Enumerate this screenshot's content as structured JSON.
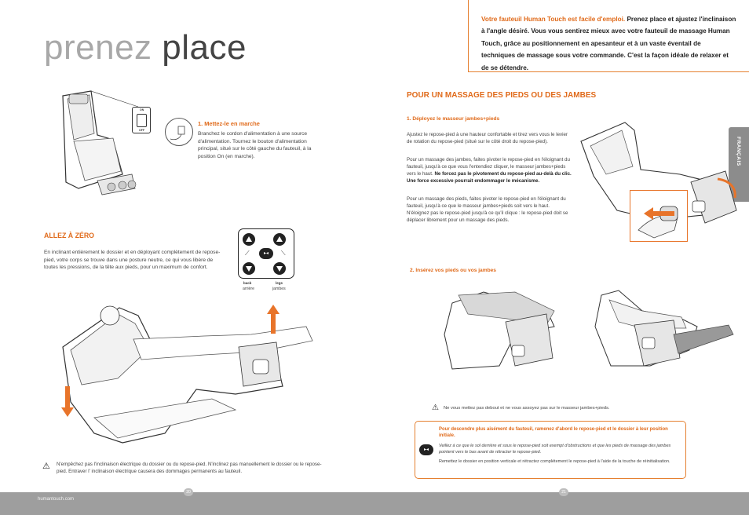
{
  "page": {
    "title_light": "prenez",
    "title_dark": "place",
    "side_tab": "FRANÇAIS",
    "footer_link": "humantouch.com",
    "page_left": "20",
    "page_right": "21"
  },
  "intro": {
    "lead": "Votre fauteuil Human Touch est facile d'emploi.",
    "text": " Prenez place et ajustez l'inclinaison à l'angle désiré. Vous vous sentirez mieux avec votre fauteuil de massage Human Touch, grâce au positionnement en apesanteur et à un vaste éventail de techniques de massage sous votre commande. C'est la façon idéale de relaxer et de se détendre."
  },
  "step_power": {
    "heading": "1. Mettez-le en marche",
    "text": "Branchez le cordon d'alimentation à une source d'alimentation. Tournez le bouton d'alimentation principal, situé sur le côté gauche du fauteuil, à la position On (en marche).",
    "switch_on": "ON",
    "switch_off": "OFF"
  },
  "zero": {
    "heading": "ALLEZ À ZÉRO",
    "text": "En inclinant entièrement le dossier et en déployant complètement de repose-pied, votre corps se trouve dans une posture neutre, ce qui vous libère de toutes les pressions, de la tête aux pieds, pour un maximum de confort.",
    "remote_back": "back",
    "remote_legs": "legs",
    "label_back": "arrière",
    "label_legs": "jambes"
  },
  "warning_left": "N'empêchez pas l'inclinaison électrique du dossier ou du repose-pied. N'inclinez pas manuellement le dossier ou le repose-pied. Entraver l' inclinaison électrique causera des dommages permanents au fauteuil.",
  "legs": {
    "heading": "POUR UN MASSAGE DES PIEDS OU DES JAMBES",
    "step1": "1. Déployez le masseur jambes+pieds",
    "p1": "Ajustez le repose-pied à une hauteur confortable et tirez vers vous le levier de rotation du repose-pied (situé sur le côté droit du repose-pied).",
    "p2a": "Pour un massage des jambes, faites pivoter le repose-pied en l'éloignant du fauteuil, jusqu'à ce que vous l'entendiez cliquer, le masseur jambes+pieds vers le haut. ",
    "p2b": "Ne forcez pas le pivotement du repose-pied au-delà du clic. Une force excessive pourrait endommager le mécanisme.",
    "p3": "Pour un massage des pieds, faites pivoter le repose-pied en l'éloignant du fauteuil, jusqu'à ce que le masseur jambes+pieds soit vers le haut. N'éloignez pas le repose-pied jusqu'à ce qu'il clique : le repose-pied doit se déplacer librement pour un massage des pieds.",
    "step2": "2. Insérez vos pieds ou vos jambes",
    "warning": "Ne vous mettez pas debout et ne vous assoyez pas sur le masseur jambes+pieds."
  },
  "tip": {
    "heading": "Pour descendre plus aisément du fauteuil, ramenez d'abord le repose-pied et le dossier à leur position initiale.",
    "italic": "Veillez à ce que le sol derrière et sous le repose-pied soit exempt d'obstructions et que les pieds de massage des jambes pointent vers le bas avant de rétracter le repose-pied.",
    "text": "Remettez le dossier en position verticale et rétractez complètement le repose-pied à l'aide de la touche de réinitialisation."
  },
  "colors": {
    "accent": "#e06a1a",
    "footer": "#9e9e9e",
    "tab": "#8c8c8c"
  }
}
